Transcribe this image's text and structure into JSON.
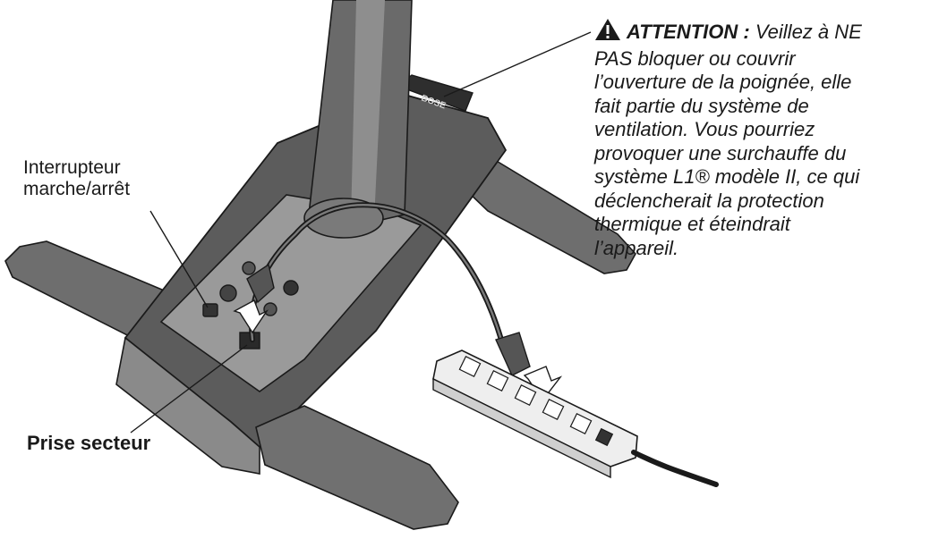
{
  "labels": {
    "switch_line1": "Interrupteur",
    "switch_line2": "marche/arrêt",
    "power_inlet": "Prise secteur"
  },
  "attention": {
    "heading": "ATTENTION :",
    "lines": [
      "Veillez à NE",
      "PAS bloquer ou couvrir",
      "l’ouverture de la poignée, elle",
      "fait partie du système de",
      "ventilation. Vous pourriez",
      "provoquer une surchauffe du",
      "système L1® modèle II, ce qui",
      "déclencherait la protection",
      "thermique et éteindrait",
      "l’appareil."
    ],
    "icon": "warning-triangle-icon"
  },
  "brand": "BOSE",
  "colors": {
    "stand_dark": "#5a5a5a",
    "stand_mid": "#7a7a7a",
    "stand_light": "#9c9c9c",
    "panel": "#c9c9c9",
    "outline": "#1a1a1a",
    "strip": "#eeeeee"
  }
}
